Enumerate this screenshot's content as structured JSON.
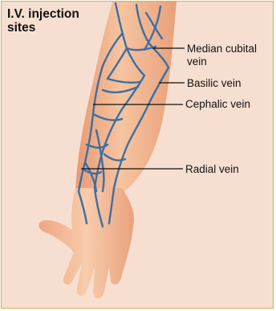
{
  "title": {
    "line1": "I.V. injection",
    "line2": "sites"
  },
  "labels": {
    "median_cubital_line1": "Median cubital",
    "median_cubital_line2": "vein",
    "basilic": "Basilic vein",
    "cephalic": "Cephalic vein",
    "radial": "Radial vein"
  },
  "colors": {
    "frame": "#e0aa48",
    "background": "#f6dfd0",
    "skin": "#f3b88f",
    "vein": "#3d6fa3",
    "leader_line": "#111111"
  }
}
